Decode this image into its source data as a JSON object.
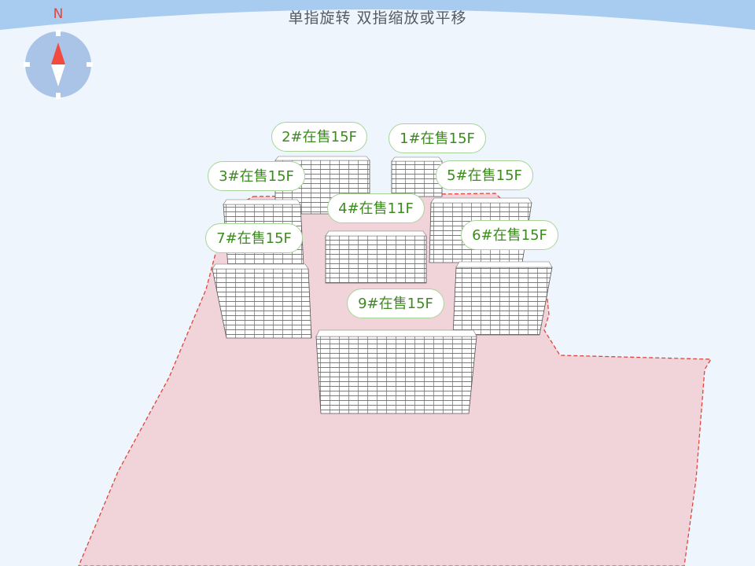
{
  "hint": "单指旋转 双指缩放或平移",
  "compass": {
    "north_label": "N",
    "needle_color": "#f24a3f",
    "face_color": "#a9c4e6"
  },
  "colors": {
    "site_fill": "#f1d3da",
    "site_border": "#e0463a",
    "label_text": "#3c8b1f",
    "label_border": "#a8d49a"
  },
  "buildings": [
    {
      "id": "b2",
      "label": "2#在售15F"
    },
    {
      "id": "b1",
      "label": "1#在售15F"
    },
    {
      "id": "b3",
      "label": "3#在售15F"
    },
    {
      "id": "b5",
      "label": "5#在售15F"
    },
    {
      "id": "b4",
      "label": "4#在售11F"
    },
    {
      "id": "b7",
      "label": "7#在售15F"
    },
    {
      "id": "b6",
      "label": "6#在售15F"
    },
    {
      "id": "b9",
      "label": "9#在售15F"
    }
  ]
}
